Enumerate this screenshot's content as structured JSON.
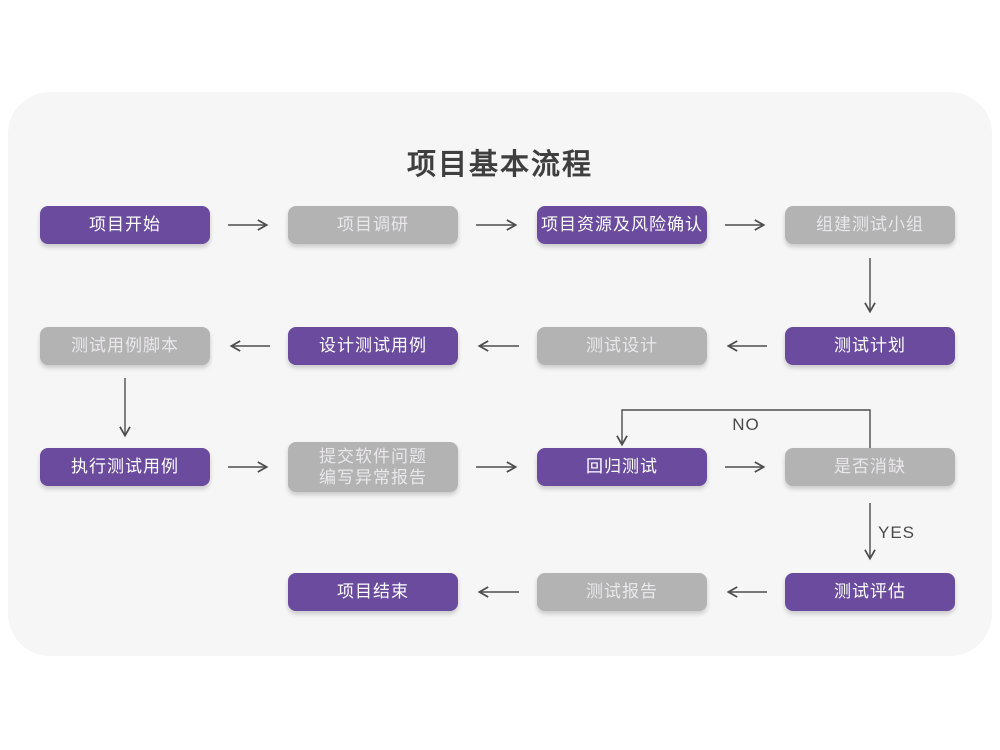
{
  "title": "项目基本流程",
  "decision_labels": {
    "no": "NO",
    "yes": "YES"
  },
  "colors": {
    "purple_node": "#6a4b9d",
    "gray_node": "#b3b3b3",
    "node_text_on_purple": "#ffffff",
    "node_text_on_gray": "#e9e7ea",
    "arrow": "#4d4d4d",
    "card_background": "#f6f6f7",
    "page_background": "#ffffff",
    "title_color": "#3f3f3f"
  },
  "nodes": [
    {
      "id": "project-start",
      "label": "项目开始",
      "type": "purple"
    },
    {
      "id": "project-research",
      "label": "项目调研",
      "type": "gray"
    },
    {
      "id": "resources-risk",
      "label": "项目资源及风险确认",
      "type": "purple"
    },
    {
      "id": "form-test-team",
      "label": "组建测试小组",
      "type": "gray"
    },
    {
      "id": "test-plan",
      "label": "测试计划",
      "type": "purple"
    },
    {
      "id": "test-design",
      "label": "测试设计",
      "type": "gray"
    },
    {
      "id": "design-test-cases",
      "label": "设计测试用例",
      "type": "purple"
    },
    {
      "id": "test-case-script",
      "label": "测试用例脚本",
      "type": "gray"
    },
    {
      "id": "execute-test-cases",
      "label": "执行测试用例",
      "type": "purple"
    },
    {
      "id": "submit-issue-report",
      "label": "提交软件问题\n编写异常报告",
      "type": "gray"
    },
    {
      "id": "regression-test",
      "label": "回归测试",
      "type": "purple"
    },
    {
      "id": "defect-cleared",
      "label": "是否消缺",
      "type": "gray"
    },
    {
      "id": "test-evaluation",
      "label": "测试评估",
      "type": "purple"
    },
    {
      "id": "test-report",
      "label": "测试报告",
      "type": "gray"
    },
    {
      "id": "project-end",
      "label": "项目结束",
      "type": "purple"
    }
  ]
}
